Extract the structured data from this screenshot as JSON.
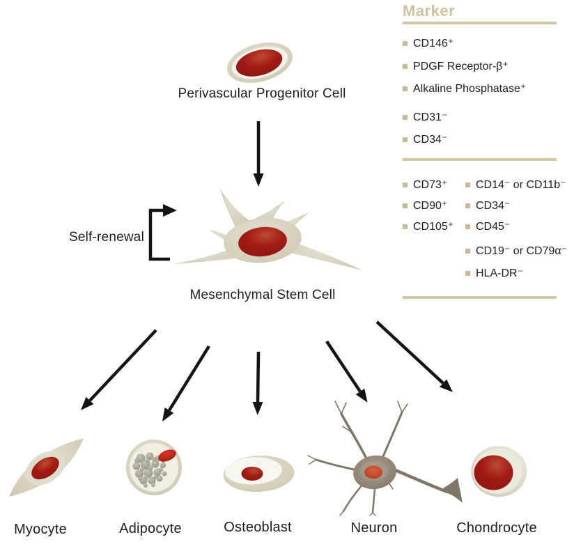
{
  "cells": {
    "progenitor": {
      "label": "Perivascular Progenitor Cell"
    },
    "stem_cell": {
      "label": "Mesenchymal Stem Cell",
      "self_renewal": "Self-renewal"
    },
    "derived": [
      {
        "label": "Myocyte"
      },
      {
        "label": "Adipocyte"
      },
      {
        "label": "Osteoblast"
      },
      {
        "label": "Neuron"
      },
      {
        "label": "Chondrocyte"
      }
    ]
  },
  "marker_panel": {
    "title": "Marker",
    "section1": {
      "positive": [
        "CD146⁺",
        "PDGF Receptor-β⁺",
        "Alkaline Phosphatase⁺"
      ],
      "negative": [
        "CD31⁻",
        "CD34⁻"
      ]
    },
    "section2": {
      "left_column": [
        "CD73⁺",
        "CD90⁺",
        "CD105⁺"
      ],
      "right_column": [
        "CD14⁻ or CD11b⁻",
        "CD34⁻",
        "CD45⁻",
        "CD19⁻ or CD79α⁻",
        "HLA-DR⁻"
      ]
    }
  },
  "colors": {
    "accent_tan": "#cfc29c",
    "divider_tan": "#d3c7a4",
    "bullet_tan": "#c7ba95",
    "cell_membrane_beige": "#d4d0bb",
    "cell_inner_cream": "#f3f1e8",
    "nucleus_red": "#a21b15",
    "adipocyte_nucleus_red": "#bd2317",
    "neuron_gray_brown": "#8b8271",
    "neuron_nucleus_orange": "#c64a2a",
    "arrow_black": "#141414",
    "text": "#1f1d1a"
  }
}
